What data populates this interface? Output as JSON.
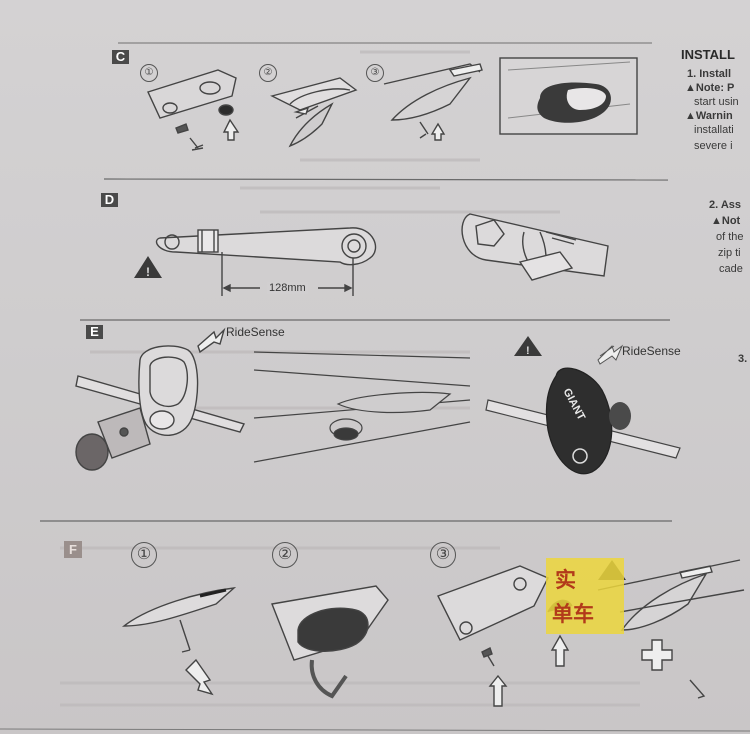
{
  "sections": {
    "c": {
      "label": "C",
      "steps": [
        "①",
        "②",
        "③"
      ]
    },
    "d": {
      "label": "D",
      "measure": "128mm"
    },
    "e": {
      "label": "E",
      "callout_left": "RideSense",
      "callout_right": "RideSense",
      "device_brand": "GIANT"
    },
    "f": {
      "label": "F",
      "steps": [
        "①",
        "②",
        "③"
      ]
    }
  },
  "side_column": {
    "title": "INSTALL",
    "lines": [
      "1. Install",
      "▲Note: P",
      "start usin",
      "▲Warnin",
      "installati",
      "severe i",
      "2. Ass",
      "▲Not",
      "of the",
      "zip ti",
      "cade",
      "3."
    ]
  },
  "watermark": {
    "char1": "实",
    "char2": "单车"
  }
}
